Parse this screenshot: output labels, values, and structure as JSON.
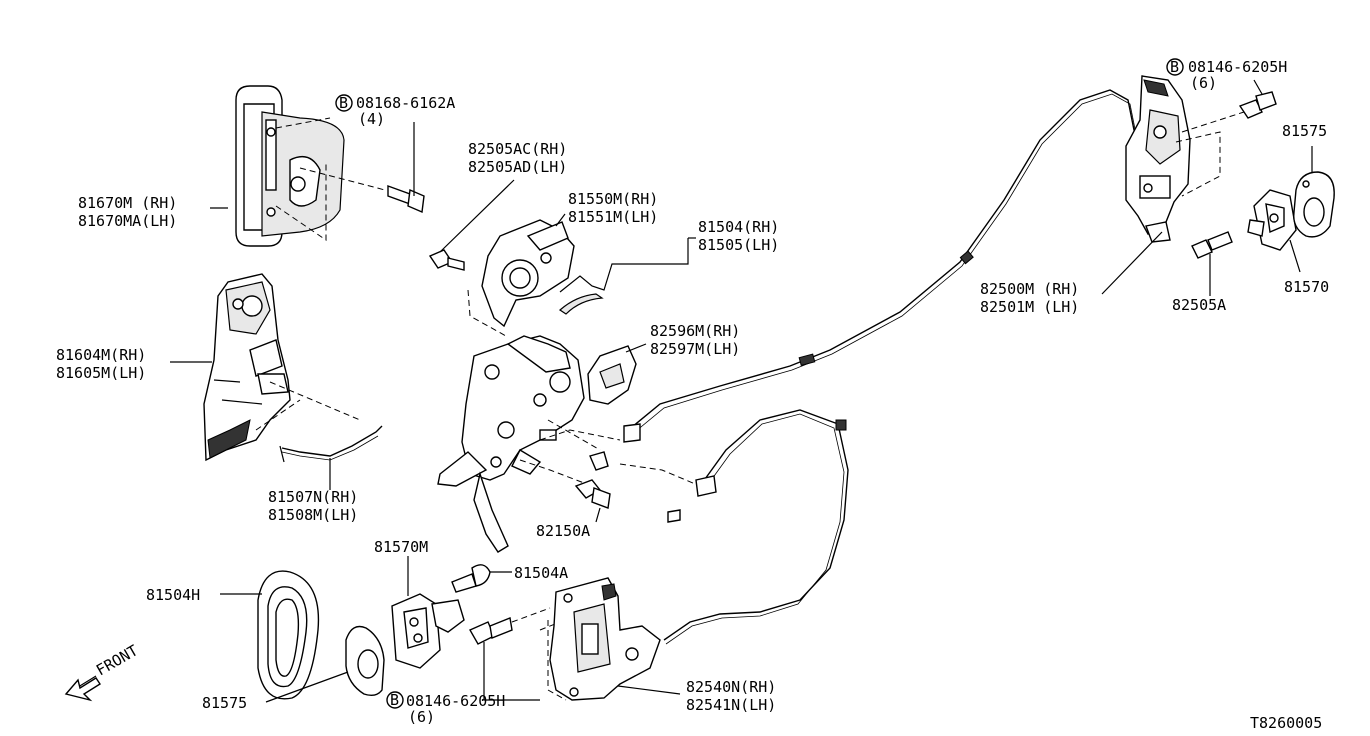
{
  "labels": {
    "bolt_08168": "08168-6162A",
    "bolt_08168_qty": "(4)",
    "handle_rh": "81670M  (RH)",
    "handle_lh": "81670MA(LH)",
    "screw_ac_rh": "82505AC(RH)",
    "screw_ad_lh": "82505AD(LH)",
    "lever_rh": "81550M(RH)",
    "lever_lh": "81551M(LH)",
    "rod_rh": "81504(RH)",
    "rod_lh": "81505(LH)",
    "bracket_rh": "81604M(RH)",
    "bracket_lh": "81605M(LH)",
    "clip_rh": "82596M(RH)",
    "clip_lh": "82597M(LH)",
    "link_rh": "81507N(RH)",
    "link_lh": "81508M(LH)",
    "bolt_82150a": "82150A",
    "bolt_08146_top": "08146-6205H",
    "bolt_08146_top_qty": "(6)",
    "gasket_top": "81575",
    "lock_top_rh": "82500M (RH)",
    "lock_top_lh": "82501M (LH)",
    "screw_82505a": "82505A",
    "striker_top": "81570",
    "striker_bot": "81570M",
    "screw_81504a": "81504A",
    "grommet": "81504H",
    "gasket_bot": "81575",
    "bolt_08146_bot": "08146-6205H",
    "bolt_08146_bot_qty": "(6)",
    "lock_bot_rh": "82540N(RH)",
    "lock_bot_lh": "82541N(LH)",
    "front": "FRONT",
    "b_marker": "B",
    "diagram_id": "T8260005"
  }
}
